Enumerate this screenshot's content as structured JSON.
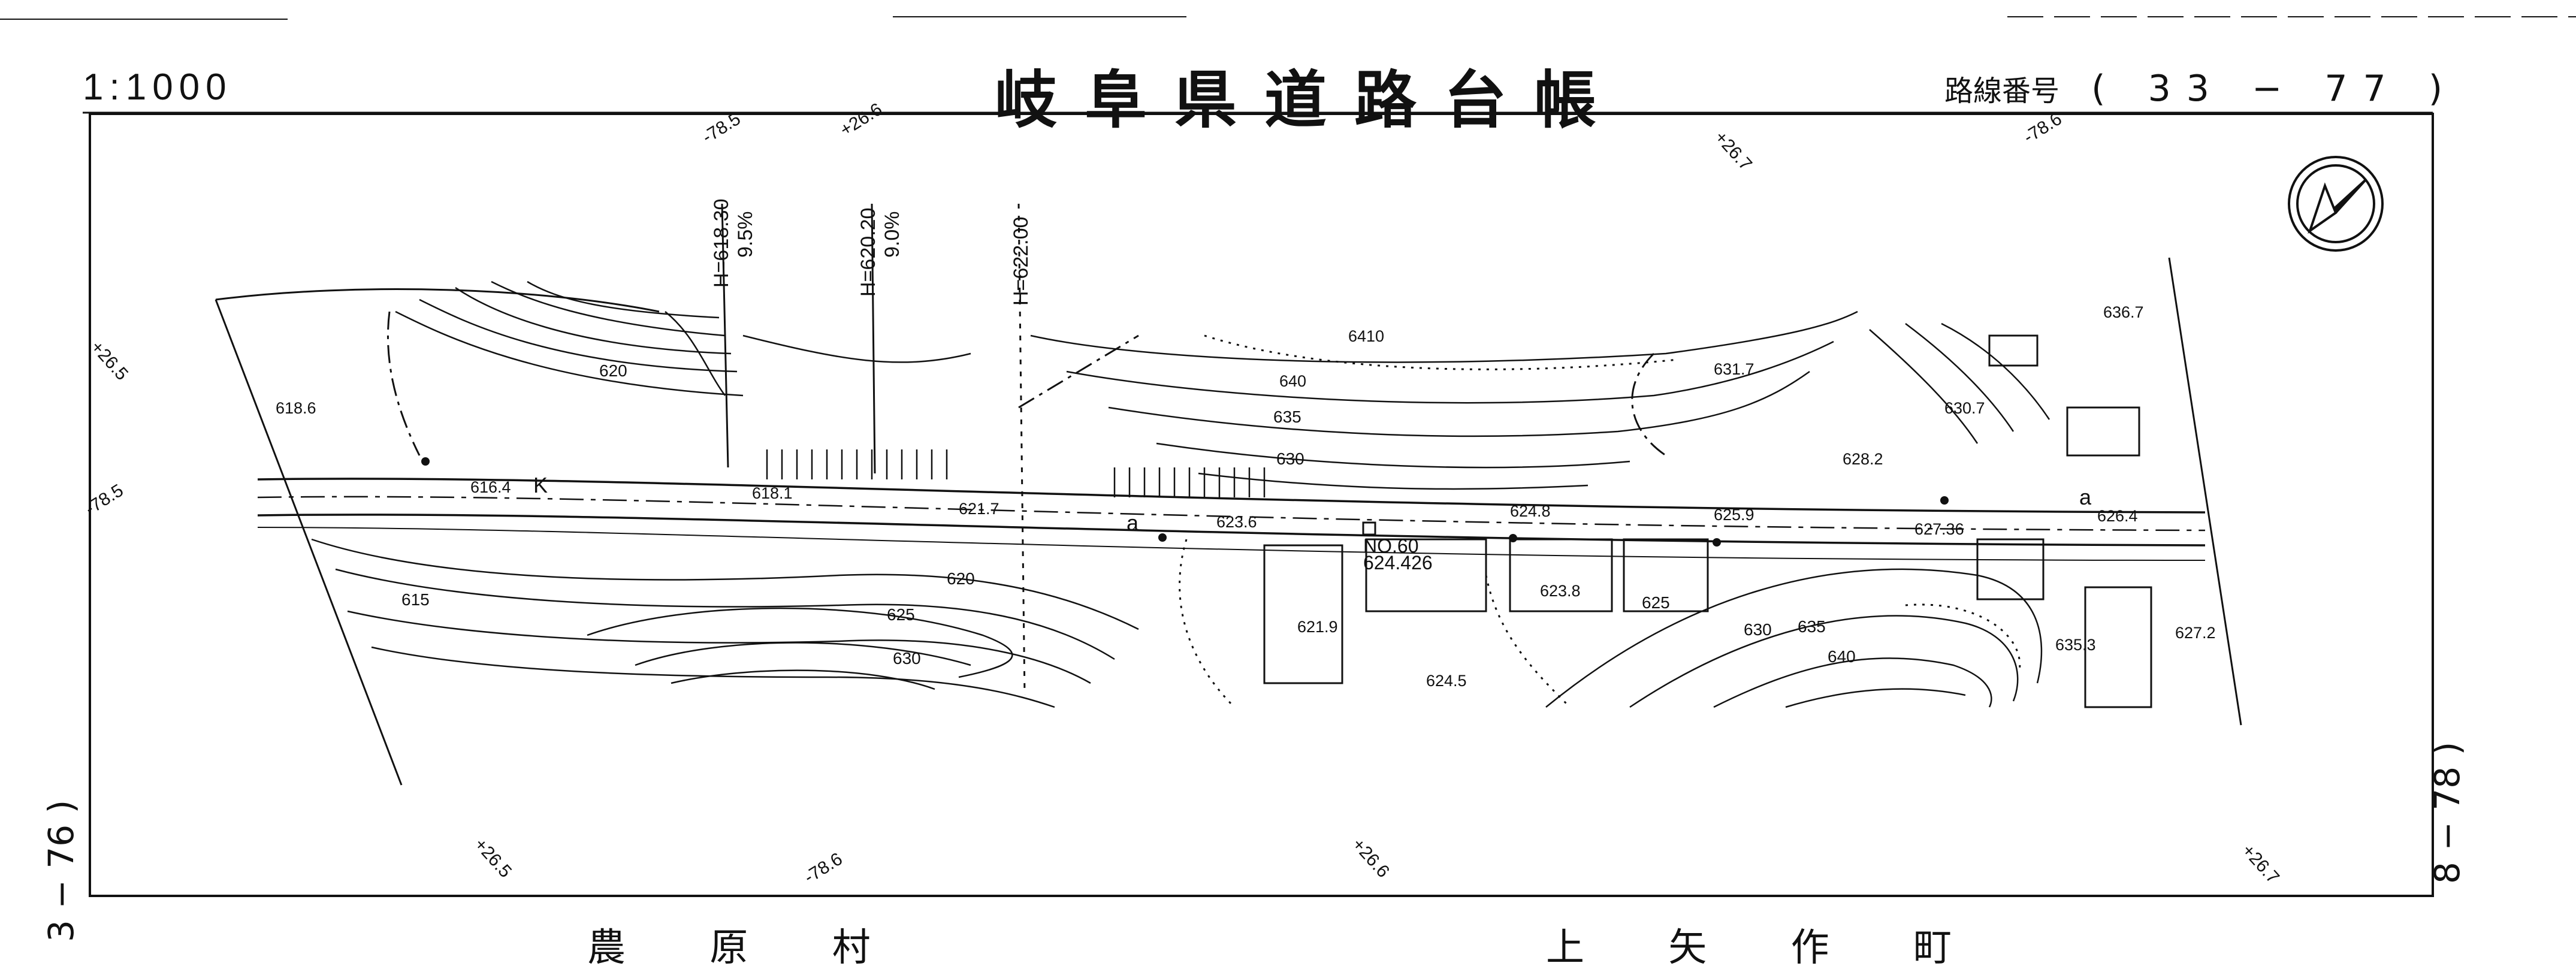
{
  "header": {
    "scale": "1:1000",
    "title": "岐阜県道路台帳",
    "route_label": "路線番号",
    "route_number": "( 33 − 77 )"
  },
  "side_labels": {
    "left": "3 − 76 )",
    "right": "8 − 78 )"
  },
  "bottom_labels": {
    "left": "農 原 村",
    "right": "上 矢 作 町"
  },
  "map": {
    "north_arrow": "north-arrow-icon",
    "grid_marks": [
      "+26.6",
      "-78.5",
      "+26.7",
      "-78.6",
      "+26.5",
      "-78.5",
      "+26.5",
      "-78.6",
      "+26.6",
      "+26.7"
    ],
    "section_labels": [
      {
        "height": "H=618.30",
        "grade": "9.5%"
      },
      {
        "height": "H=620.20",
        "grade": "9.0%"
      },
      {
        "height": "H=622.00",
        "grade": ""
      }
    ],
    "contour_labels": [
      "620",
      "635",
      "630",
      "620",
      "625",
      "630",
      "615",
      "625",
      "630",
      "635",
      "640"
    ],
    "spot_heights": [
      "6410",
      "640",
      "636.7",
      "631.7",
      "630.7",
      "628.2",
      "618.6",
      "616.4",
      "618.1",
      "621.7",
      "623.6",
      "624.8",
      "625.9",
      "627.36",
      "626.4",
      "621.9",
      "624.5",
      "623.8",
      "635.3",
      "627.2"
    ],
    "station": "NO.60",
    "station_elevation": "624.426",
    "symbols": [
      "K",
      "a",
      "a"
    ]
  },
  "colors": {
    "ink": "#111111",
    "background": "#ffffff"
  }
}
